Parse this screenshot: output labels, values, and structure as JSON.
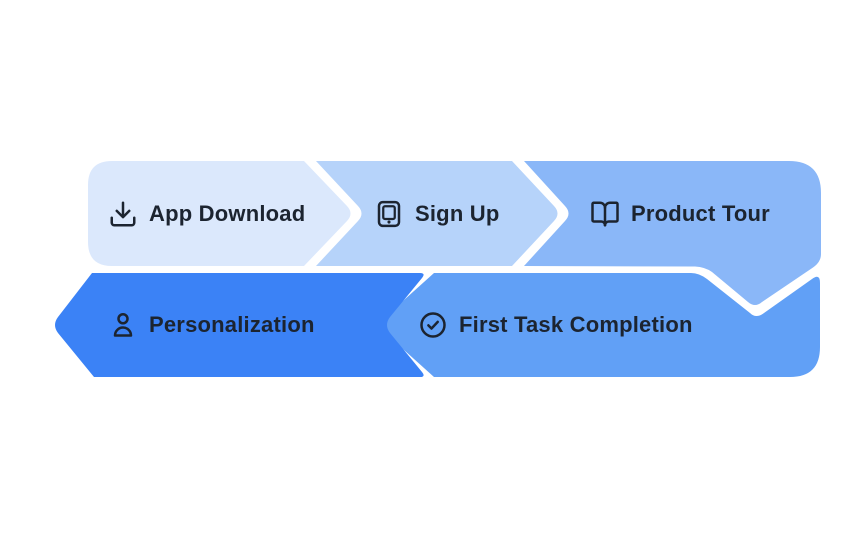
{
  "page": {
    "background": "#ffffff"
  },
  "diagram": {
    "text_color": "#1c2430",
    "gap_color": "#ffffff",
    "steps": [
      {
        "label": "App Download",
        "icon": "download-icon",
        "fill": "#dbe8fc"
      },
      {
        "label": "Sign Up",
        "icon": "tablet-icon",
        "fill": "#b6d3fa"
      },
      {
        "label": "Product Tour",
        "icon": "book-open-icon",
        "fill": "#8ab7f8"
      },
      {
        "label": "Personalization",
        "icon": "user-icon",
        "fill": "#3b82f6"
      },
      {
        "label": "First Task Completion",
        "icon": "check-circle-icon",
        "fill": "#61a0f6"
      }
    ]
  }
}
